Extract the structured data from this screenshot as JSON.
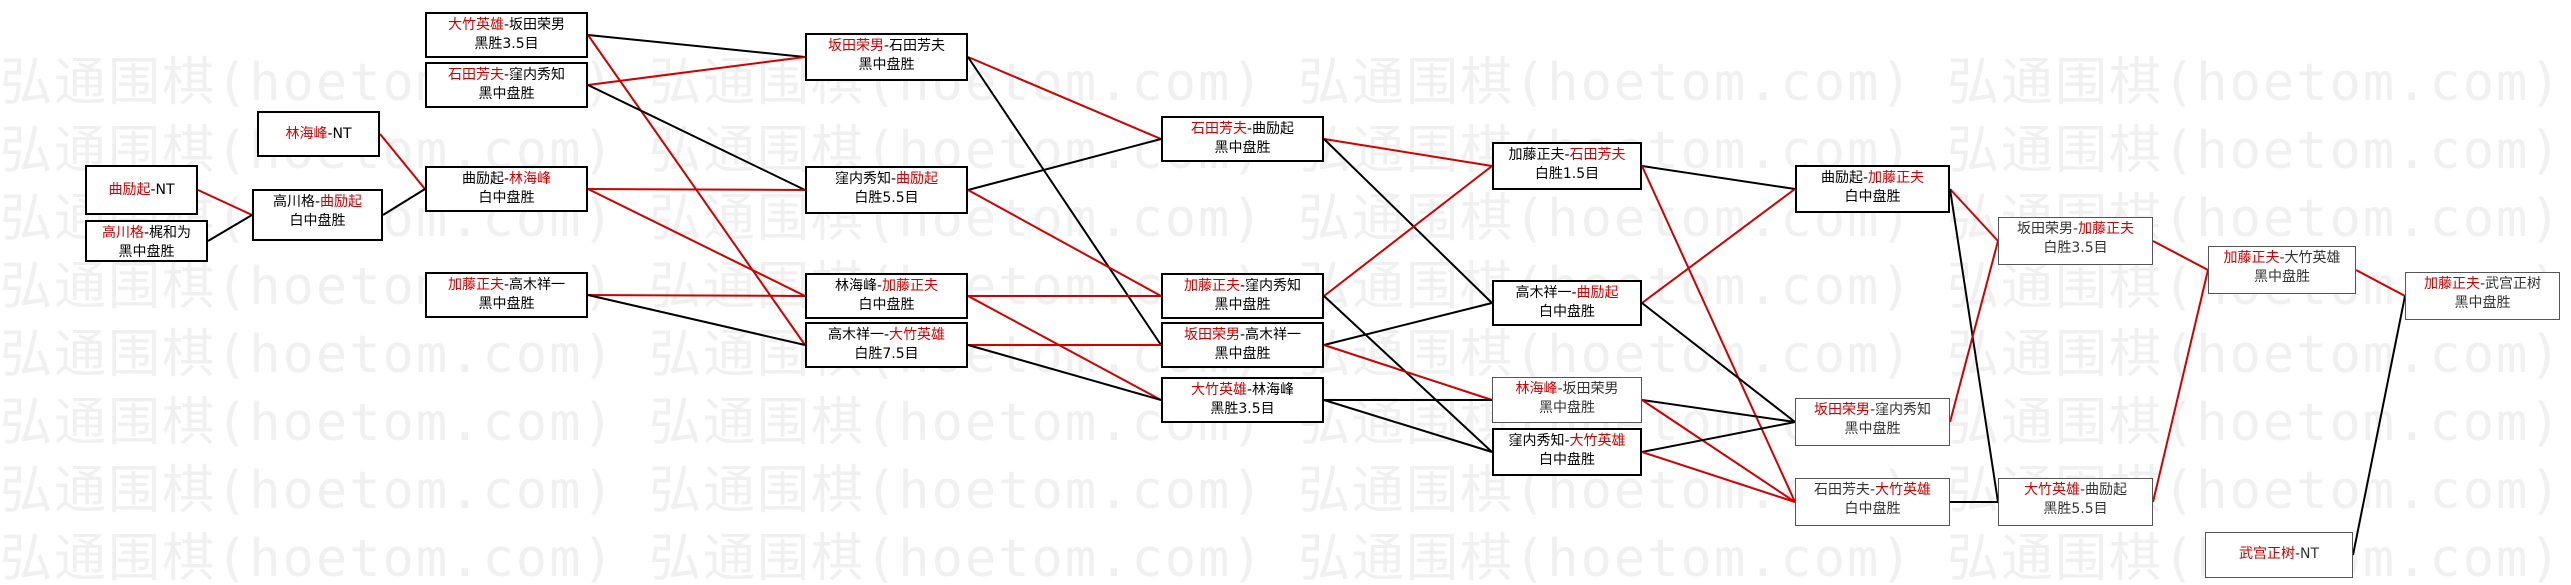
{
  "watermark": "弘通围棋(hoetom.com)",
  "colors": {
    "red": "#d00000",
    "black": "#000000",
    "watermark": "#f0f0f0"
  },
  "games": {
    "g1": {
      "left": "曲励起",
      "right": "NT",
      "winner": "left",
      "result": ""
    },
    "g2": {
      "left": "高川格",
      "right": "梶和为",
      "winner": "left",
      "result": "黑中盘胜"
    },
    "g3": {
      "left": "林海峰",
      "right": "NT",
      "winner": "left",
      "result": ""
    },
    "g4": {
      "left": "高川格",
      "right": "曲励起",
      "winner": "right",
      "result": "白中盘胜"
    },
    "g5": {
      "left": "大竹英雄",
      "right": "坂田荣男",
      "winner": "left",
      "result": "黑胜3.5目"
    },
    "g6": {
      "left": "石田芳夫",
      "right": "窪内秀知",
      "winner": "left",
      "result": "黑中盘胜"
    },
    "g7": {
      "left": "曲励起",
      "right": "林海峰",
      "winner": "right",
      "result": "白中盘胜"
    },
    "g8": {
      "left": "加藤正夫",
      "right": "高木祥一",
      "winner": "left",
      "result": "黑中盘胜"
    },
    "g9": {
      "left": "坂田荣男",
      "right": "石田芳夫",
      "winner": "left",
      "result": "黑中盘胜"
    },
    "g10": {
      "left": "窪内秀知",
      "right": "曲励起",
      "winner": "right",
      "result": "白胜5.5目"
    },
    "g11": {
      "left": "林海峰",
      "right": "加藤正夫",
      "winner": "right",
      "result": "白中盘胜"
    },
    "g12": {
      "left": "高木祥一",
      "right": "大竹英雄",
      "winner": "right",
      "result": "白胜7.5目"
    },
    "g13": {
      "left": "石田芳夫",
      "right": "曲励起",
      "winner": "left",
      "result": "黑中盘胜"
    },
    "g14": {
      "left": "加藤正夫",
      "right": "窪内秀知",
      "winner": "left",
      "result": "黑中盘胜"
    },
    "g15": {
      "left": "坂田荣男",
      "right": "高木祥一",
      "winner": "left",
      "result": "黑中盘胜"
    },
    "g16": {
      "left": "大竹英雄",
      "right": "林海峰",
      "winner": "left",
      "result": "黑胜3.5目"
    },
    "g17": {
      "left": "加藤正夫",
      "right": "石田芳夫",
      "winner": "right",
      "result": "白胜1.5目"
    },
    "g18": {
      "left": "高木祥一",
      "right": "曲励起",
      "winner": "right",
      "result": "白中盘胜"
    },
    "g19": {
      "left": "林海峰",
      "right": "坂田荣男",
      "winner": "left",
      "result": "黑中盘胜"
    },
    "g20": {
      "left": "窪内秀知",
      "right": "大竹英雄",
      "winner": "right",
      "result": "白中盘胜"
    },
    "g21": {
      "left": "曲励起",
      "right": "加藤正夫",
      "winner": "right",
      "result": "白中盘胜"
    },
    "g22": {
      "left": "坂田荣男",
      "right": "窪内秀知",
      "winner": "left",
      "result": "黑中盘胜"
    },
    "g23": {
      "left": "石田芳夫",
      "right": "大竹英雄",
      "winner": "right",
      "result": "白中盘胜"
    },
    "g24": {
      "left": "坂田荣男",
      "right": "加藤正夫",
      "winner": "right",
      "result": "白胜3.5目"
    },
    "g25": {
      "left": "大竹英雄",
      "right": "曲励起",
      "winner": "left",
      "result": "黑胜5.5目"
    },
    "g26": {
      "left": "加藤正夫",
      "right": "大竹英雄",
      "winner": "left",
      "result": "黑中盘胜"
    },
    "g27": {
      "left": "武宫正树",
      "right": "NT",
      "winner": "left",
      "result": ""
    },
    "g28": {
      "left": "加藤正夫",
      "right": "武宫正树",
      "winner": "left",
      "result": "黑中盘胜"
    }
  }
}
